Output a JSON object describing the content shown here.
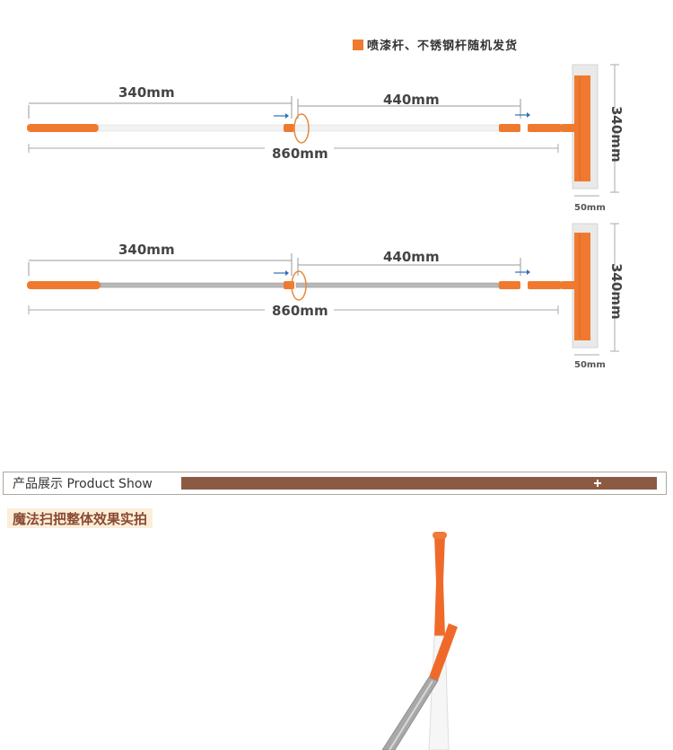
{
  "legend": {
    "text": "喷漆杆、不锈钢杆随机发货",
    "color": "#ef7a2f"
  },
  "diagram_top": {
    "segment_left": "340mm",
    "segment_right": "440mm",
    "total_length": "860mm",
    "head_height": "340mm",
    "head_width": "50mm"
  },
  "diagram_bottom": {
    "segment_left": "340mm",
    "segment_right": "440mm",
    "total_length": "860mm",
    "head_height": "340mm",
    "head_width": "50mm"
  },
  "section": {
    "title": "产品展示 Product Show",
    "band_color": "#8c5a43"
  },
  "subheading": "魔法扫把整体效果实拍",
  "colors": {
    "orange": "#ef7a2f",
    "white_pole": "#f4f4f4",
    "steel_pole": "#b8b8b8"
  }
}
